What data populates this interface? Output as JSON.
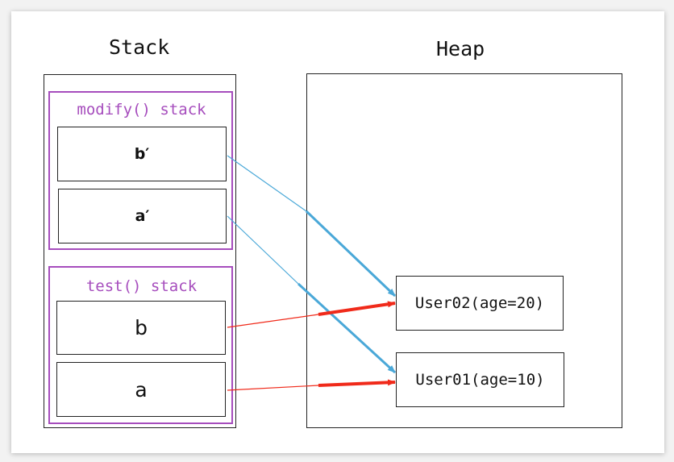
{
  "stack": {
    "title": "Stack",
    "frames": [
      {
        "label": "modify() stack",
        "vars": [
          "b′",
          "a′"
        ]
      },
      {
        "label": "test() stack",
        "vars": [
          "b",
          "a"
        ]
      }
    ]
  },
  "heap": {
    "title": "Heap",
    "objects": [
      "User02(age=20)",
      "User01(age=10)"
    ]
  },
  "arrows": [
    {
      "from": "b′",
      "to": "User02(age=20)",
      "color": "#4aa8d8"
    },
    {
      "from": "a′",
      "to": "User01(age=10)",
      "color": "#4aa8d8"
    },
    {
      "from": "b",
      "to": "User02(age=20)",
      "color": "#f02a1a"
    },
    {
      "from": "a",
      "to": "User01(age=10)",
      "color": "#f02a1a"
    }
  ]
}
